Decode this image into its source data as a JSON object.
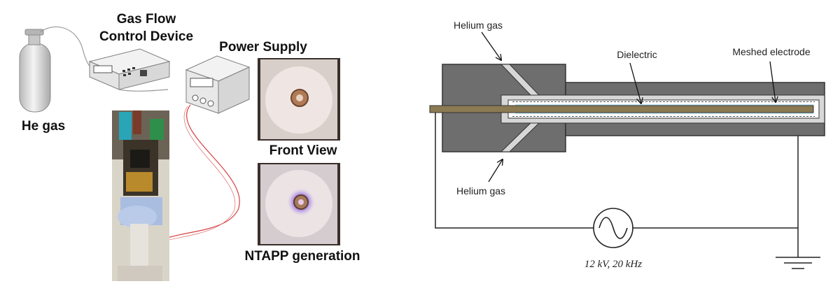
{
  "left_panel": {
    "labels": {
      "gas_flow_line1": "Gas Flow",
      "gas_flow_line2": "Control Device",
      "power_supply": "Power Supply",
      "he_gas": "He gas",
      "front_view": "Front View",
      "ntapp_generation": "NTAPP generation"
    }
  },
  "right_panel": {
    "labels": {
      "helium_top": "Helium gas",
      "helium_bottom": "Helium gas",
      "dielectric": "Dielectric",
      "meshed_electrode": "Meshed electrode",
      "source_spec": "12 kV, 20 kHz"
    }
  }
}
